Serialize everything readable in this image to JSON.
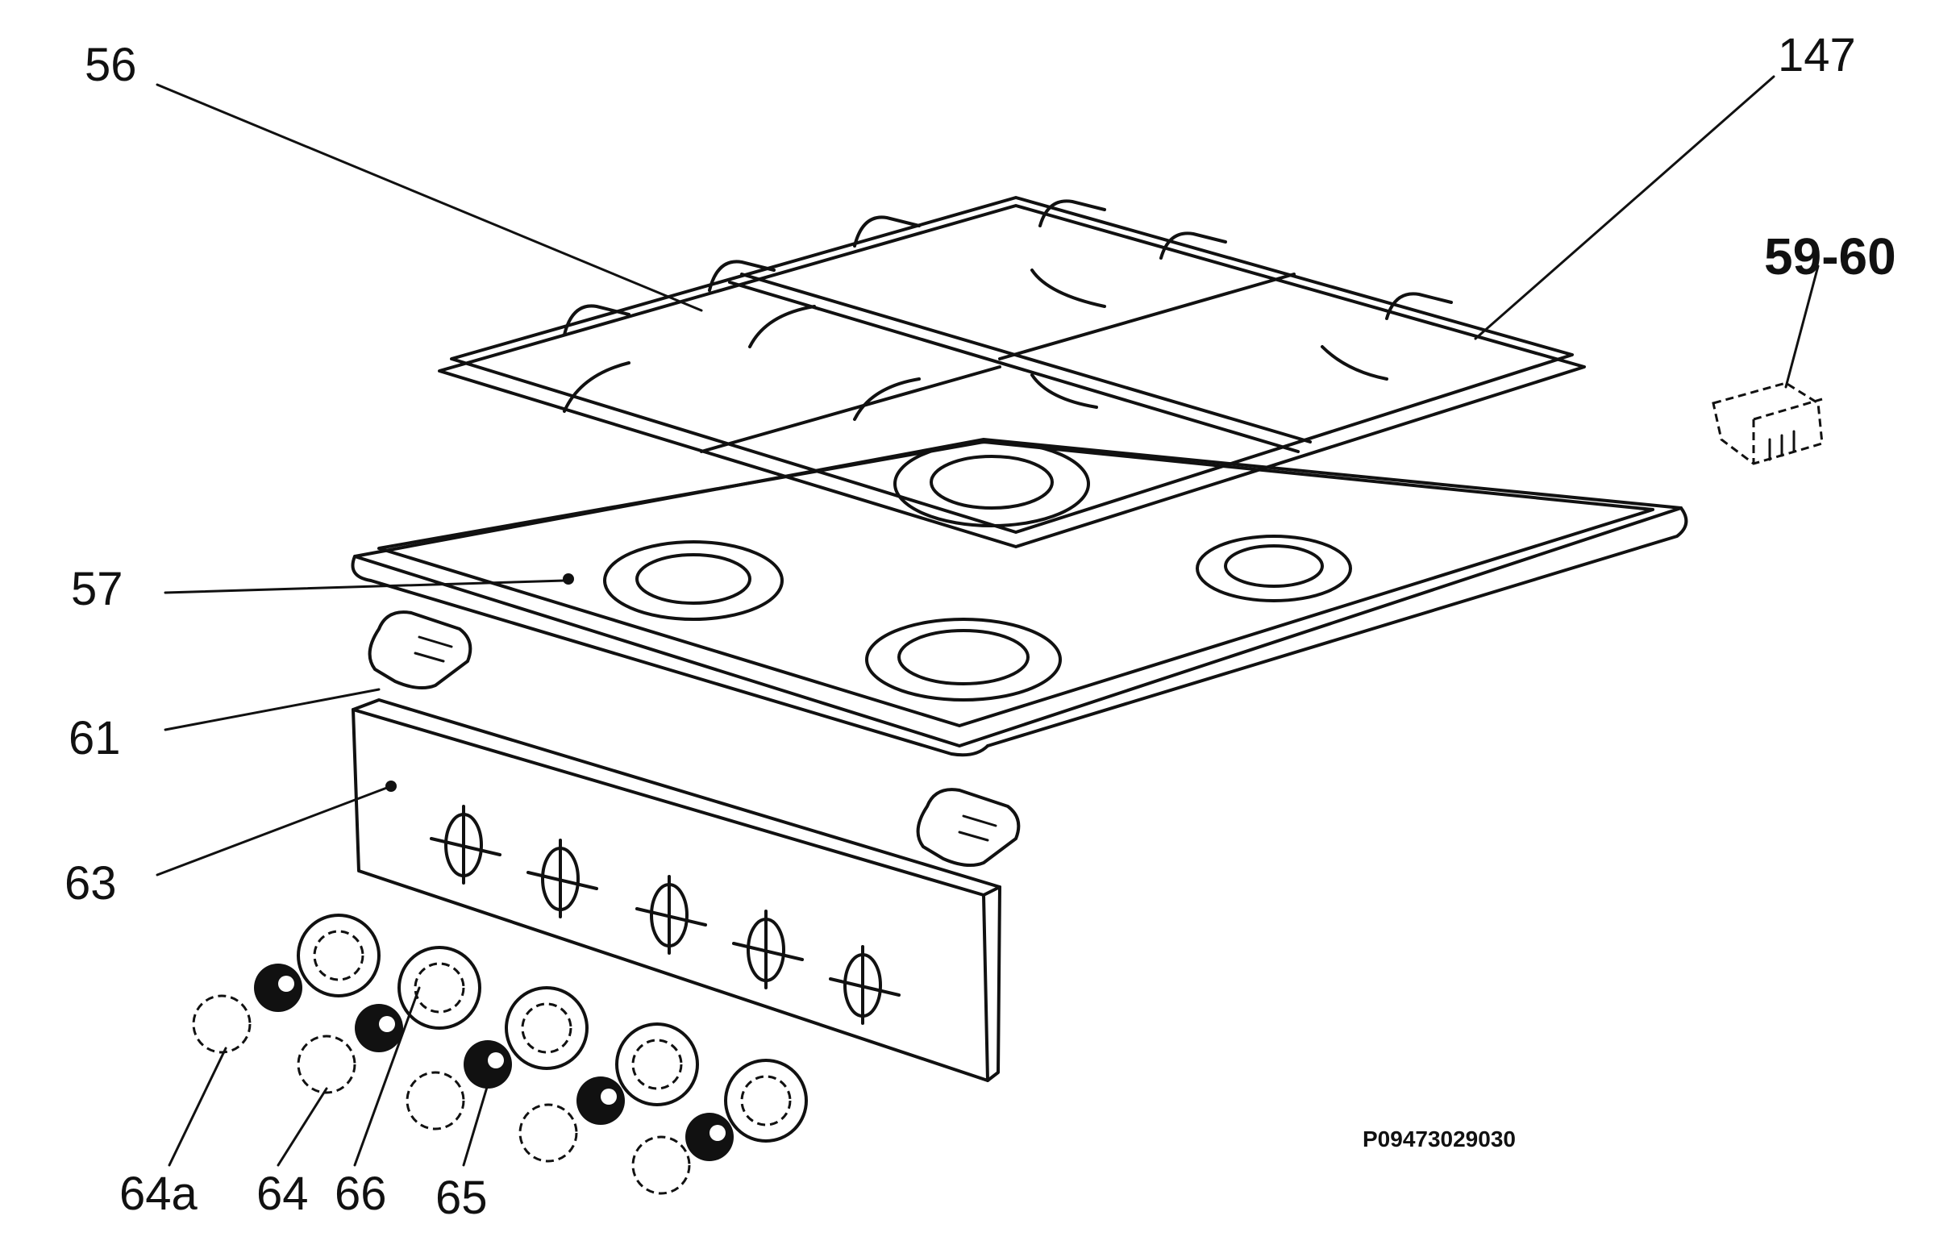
{
  "labels": {
    "grid": "56",
    "hob_top": "57",
    "rear_grid": "147",
    "bracket": "59-60",
    "hinge": "61",
    "control_panel": "63",
    "knob_a": "64a",
    "knob": "64",
    "knob_spring": "65",
    "knob_ring": "66"
  },
  "reference_code": "P09473029030"
}
